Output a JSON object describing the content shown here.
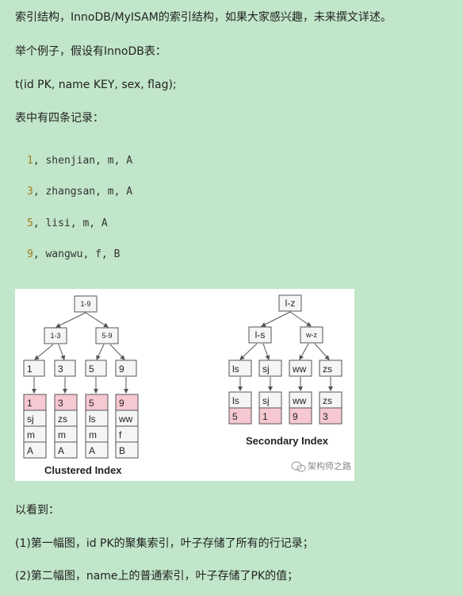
{
  "paragraphs": {
    "intro": "索引结构，InnoDB/MyISAM的索引结构，如果大家感兴趣，未来撰文详述。",
    "example": "举个例子，假设有InnoDB表：",
    "schema": "t(id PK, name KEY, sex, flag);",
    "records_intro": "表中有四条记录："
  },
  "records": [
    {
      "id": "1",
      "rest": ", shenjian, m, A"
    },
    {
      "id": "3",
      "rest": ", zhangsan, m, A"
    },
    {
      "id": "5",
      "rest": ", lisi, m, A"
    },
    {
      "id": "9",
      "rest": ", wangwu, f, B"
    }
  ],
  "figure": {
    "clustered": {
      "caption": "Clustered Index",
      "root": "1-9",
      "level2": [
        "1-3",
        "5-9"
      ],
      "leaves_keys": [
        "1",
        "3",
        "5",
        "9"
      ],
      "rows": [
        [
          "1",
          "sj",
          "m",
          "A"
        ],
        [
          "3",
          "zs",
          "m",
          "A"
        ],
        [
          "5",
          "ls",
          "m",
          "A"
        ],
        [
          "9",
          "ww",
          "f",
          "B"
        ]
      ]
    },
    "secondary": {
      "caption": "Secondary Index",
      "root": "l-z",
      "level2": [
        "l-s",
        "w-z"
      ],
      "leaves_keys": [
        "ls",
        "sj",
        "ww",
        "zs"
      ],
      "rows": [
        [
          "ls",
          "5"
        ],
        [
          "sj",
          "1"
        ],
        [
          "ww",
          "9"
        ],
        [
          "zs",
          "3"
        ]
      ]
    },
    "watermark": "架构师之路",
    "colors": {
      "pk_fill": "#f6c8d1",
      "node_fill": "#f5f5f5",
      "page_bg": "#c1e6c9"
    }
  },
  "conclusions": {
    "lead": "以看到：",
    "point1": "(1)第一幅图，id PK的聚集索引，叶子存储了所有的行记录；",
    "point2": "(2)第二幅图，name上的普通索引，叶子存储了PK的值；"
  }
}
